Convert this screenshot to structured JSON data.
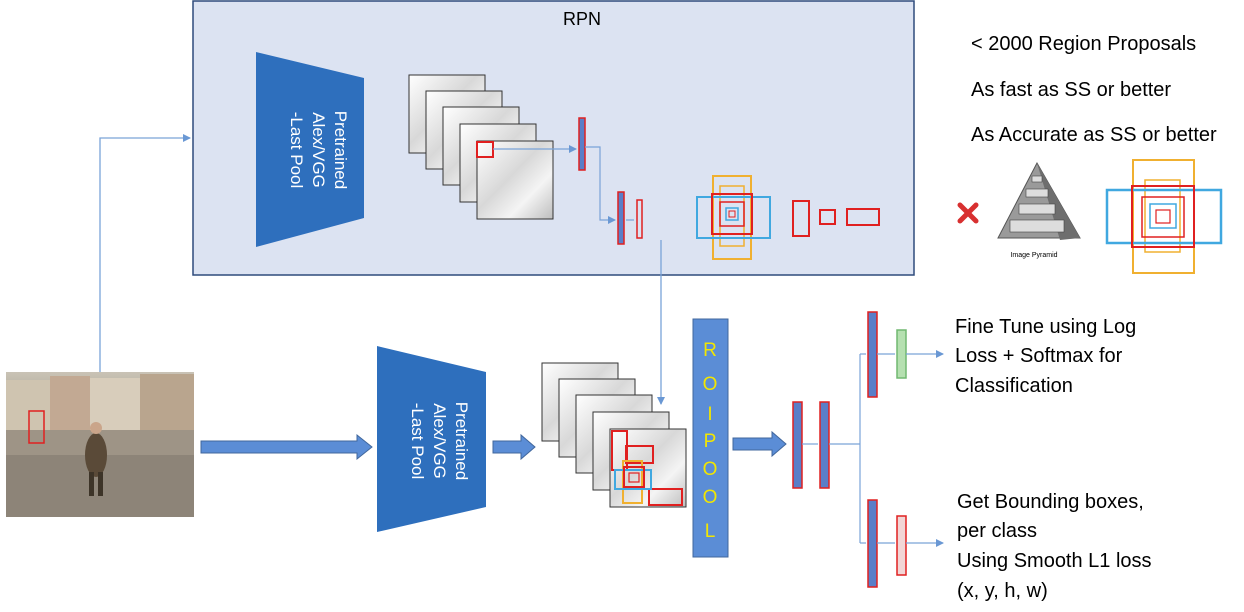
{
  "rpn": {
    "title": "RPN"
  },
  "backbone": {
    "lines": [
      "Pretrained",
      "Alex/VGG",
      "-Last Pool"
    ]
  },
  "roi_pool": {
    "letters": [
      "R",
      "O",
      "I",
      "P",
      "O",
      "O",
      "L"
    ]
  },
  "notes": [
    "< 2000 Region Proposals",
    "As fast as SS or better",
    "As Accurate as SS or better"
  ],
  "pyramid_caption": "Image Pyramid",
  "outputs": {
    "classification": [
      "Fine Tune using Log",
      "Loss + Softmax for",
      "Classification"
    ],
    "bbox": [
      "Get Bounding boxes,",
      "per class",
      "Using Smooth L1 loss",
      "(x, y, h, w)"
    ]
  },
  "colors": {
    "rpn_panel_fill": "#dce3f2",
    "rpn_panel_border": "#2f4b7c",
    "backbone_blue": "#2e6fbd",
    "roi_blue": "#5b8dd6",
    "roi_letters": "#f2e600",
    "arrow_blue": "#5b8dd6",
    "thin_arrow": "#7aa3d8",
    "proposal_red": "#e02020",
    "anchor_yellow": "#f0b030",
    "anchor_cyan": "#40a8e0",
    "fc_blue": "#5a7ec8",
    "softmax_green": "#70b870",
    "cross_red": "#d83030"
  }
}
